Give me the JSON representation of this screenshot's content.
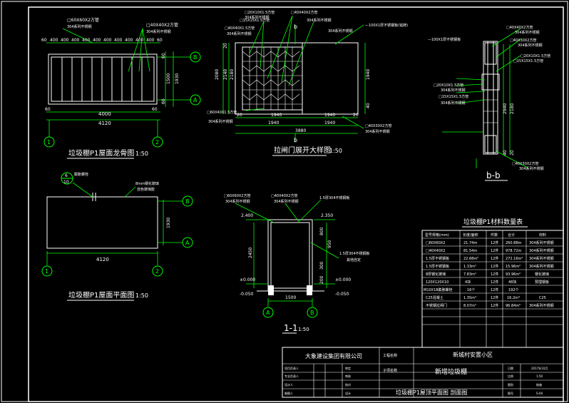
{
  "colors": {
    "bg": "#000000",
    "line": "#ffffff",
    "green": "#00ff00",
    "cyan": "#00ffff",
    "yellow": "#ffff00",
    "red": "#ff3030",
    "magenta": "#ff00ff"
  },
  "roof_frame": {
    "title": "垃圾棚P1屋面龙骨图",
    "scale": "1:50",
    "callout1": "□60X60X2方管",
    "callout1b": "304系列不锈钢",
    "callout2": "□40X40X2方管",
    "callout2b": "304系列不锈钢",
    "top_dims": [
      "60",
      "400",
      "400",
      "400",
      "400",
      "400",
      "400",
      "400",
      "400",
      "400",
      "400",
      "60"
    ],
    "dim_4000": "4000",
    "dim_4120": "4120",
    "left_60": "60",
    "right_60": "60",
    "side_dims": [
      "60",
      "1500",
      "1930",
      "60"
    ],
    "axis_1": "1",
    "axis_2": "2",
    "axis_A": "A",
    "axis_B": "B"
  },
  "door": {
    "title": "拉闸门展开大样图",
    "scale": "1:50",
    "labels": [
      "□20X10X1.5方管",
      "□40X40X2方管",
      "□15X15X1.5方管",
      "304系列不锈钢",
      "304系列不锈钢",
      "□40X40X1.5方管",
      "304系列不锈钢",
      "—100X1厚不锈钢板(铭牌)",
      "304系列不锈钢",
      "□60X40X1.5方管",
      "304系列不锈钢",
      "□40X30X2方管",
      "304系列不锈钢"
    ],
    "section_mark": "b",
    "dims_bottom": [
      "20",
      "1940",
      "1940",
      "20"
    ],
    "dim_3880": "3880",
    "dim_1940a": "1940",
    "dim_1940b": "1940",
    "left_dims": [
      "2080",
      "2140",
      "2180",
      "20"
    ],
    "right_dims": [
      "1940",
      "40"
    ]
  },
  "section_bb": {
    "title": "b-b",
    "labels": [
      "□40X40X2方管",
      "304系列不锈钢",
      "□40X30X2方管",
      "304系列不锈钢",
      "—100X1厚不锈钢板",
      "□20X10X1.5方管",
      "□15X15X1.5方管",
      "□20X10X1.5方管",
      "304系列不锈钢",
      "□15X15X1.5方管",
      "304系列不锈钢",
      "□40X30X2方管",
      "304系列不锈钢"
    ],
    "dims": [
      "2940",
      "2180",
      "20",
      "40"
    ]
  },
  "roof_plan": {
    "title": "垃圾棚P1屋面平面图",
    "scale": "1:50",
    "bubble_top": "6",
    "bubble_bottom": "10",
    "callout_left": "膨胀螺栓",
    "callout_right": "8mm钢化玻璃",
    "callout_right2": "自色玻璃胶",
    "dim_1930": "1930",
    "dim_4120": "4120",
    "axis_A": "A",
    "axis_B": "B",
    "axis_1": "1",
    "axis_2": "2"
  },
  "section_11": {
    "title": "1-1",
    "scale": "1:50",
    "top_labels": [
      "□60X60X2方管",
      "□40X40X2方管",
      "304系列不锈钢",
      "304系列不锈钢"
    ],
    "right_labels": [
      "1.5厚304不锈钢板",
      "1.5厚304不锈钢板",
      "其他自定"
    ],
    "elev_2400": "2.400",
    "elev_2350": "2.350",
    "elev_0_left": "±0.000",
    "elev_0_right": "±0.000",
    "elev_m050_left": "-0.050",
    "elev_m050_right": "-0.050",
    "dim_1500": "1500",
    "dim_2450": "2450",
    "right_dims": [
      "800",
      "950",
      "300",
      "200"
    ],
    "axis_A": "A",
    "axis_B": "B"
  },
  "material_table": {
    "title": "垃圾棚P1材料数量表",
    "headers": [
      "型号规格(mm)",
      "长度/面积",
      "件数",
      "合计",
      "材料"
    ],
    "rows": [
      [
        "□60X60X2",
        "21.74m",
        "12件",
        "260.88m",
        "304系列不锈钢"
      ],
      [
        "□40X40X2",
        "81.54m",
        "12件",
        "978.72m",
        "304系列不锈钢"
      ],
      [
        "1.5厚不锈钢板",
        "22.68m²",
        "12件",
        "272.16m²",
        "304系列不锈钢"
      ],
      [
        "1.5厚不锈钢板",
        "1.33m²",
        "12件",
        "15.96m²",
        "304系列不锈钢"
      ],
      [
        "8厚钢化玻璃",
        "7.83m²",
        "12件",
        "93.96m²",
        "钢化玻璃"
      ],
      [
        "120X120X10",
        "4块",
        "12件",
        "48块",
        "预埋钢板"
      ],
      [
        "M10X18膨胀螺栓",
        "16个",
        "12件",
        "192个",
        ""
      ],
      [
        "C25混凝土",
        "1.35m³",
        "12件",
        "16.2m³",
        "C25"
      ],
      [
        "不锈钢拉闸门",
        "8.07m²",
        "12件",
        "96.84m²",
        "304系列不锈钢"
      ]
    ],
    "empty_rows": 2
  },
  "title_block": {
    "company": "大象建设集团有限公司",
    "project_label": "工程名称",
    "project_name": "新城村安置小区",
    "item_label": "子项名称",
    "item_name": "新增垃圾棚",
    "drawing_name": "垃圾棚P1屋顶平面图  剖面图",
    "left_col_labels": [
      "项目负责人",
      "专业负责人",
      "设计人",
      "制图人"
    ],
    "mid_col_labels": [
      "审定",
      "审核",
      "校对",
      "设计"
    ],
    "right_labels": [
      "日期",
      "比例",
      "图别",
      "图号"
    ],
    "right_values": [
      "2017年10月",
      "1:50",
      "结施",
      "S-04"
    ]
  }
}
